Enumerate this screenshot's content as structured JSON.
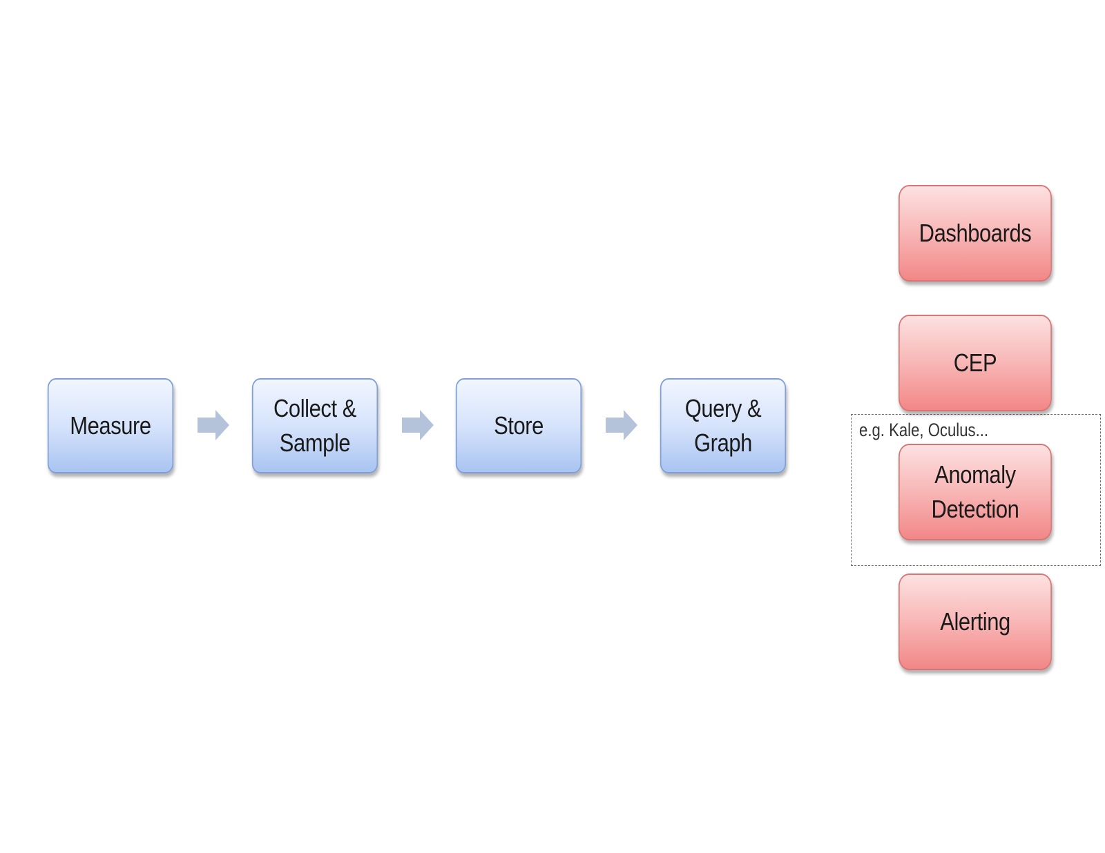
{
  "pipeline": {
    "stages": [
      {
        "label": "Measure"
      },
      {
        "label": "Collect &\nSample"
      },
      {
        "label": "Store"
      },
      {
        "label": "Query &\nGraph"
      }
    ]
  },
  "outputs": {
    "items": [
      {
        "label": "Dashboards"
      },
      {
        "label": "CEP"
      },
      {
        "label": "Anomaly\nDetection"
      },
      {
        "label": "Alerting"
      }
    ],
    "group_note": "e.g. Kale, Oculus..."
  },
  "colors": {
    "pipeline_box": "#c9dbf9",
    "output_box": "#f6a8a8",
    "arrow": "#b4c2da"
  }
}
